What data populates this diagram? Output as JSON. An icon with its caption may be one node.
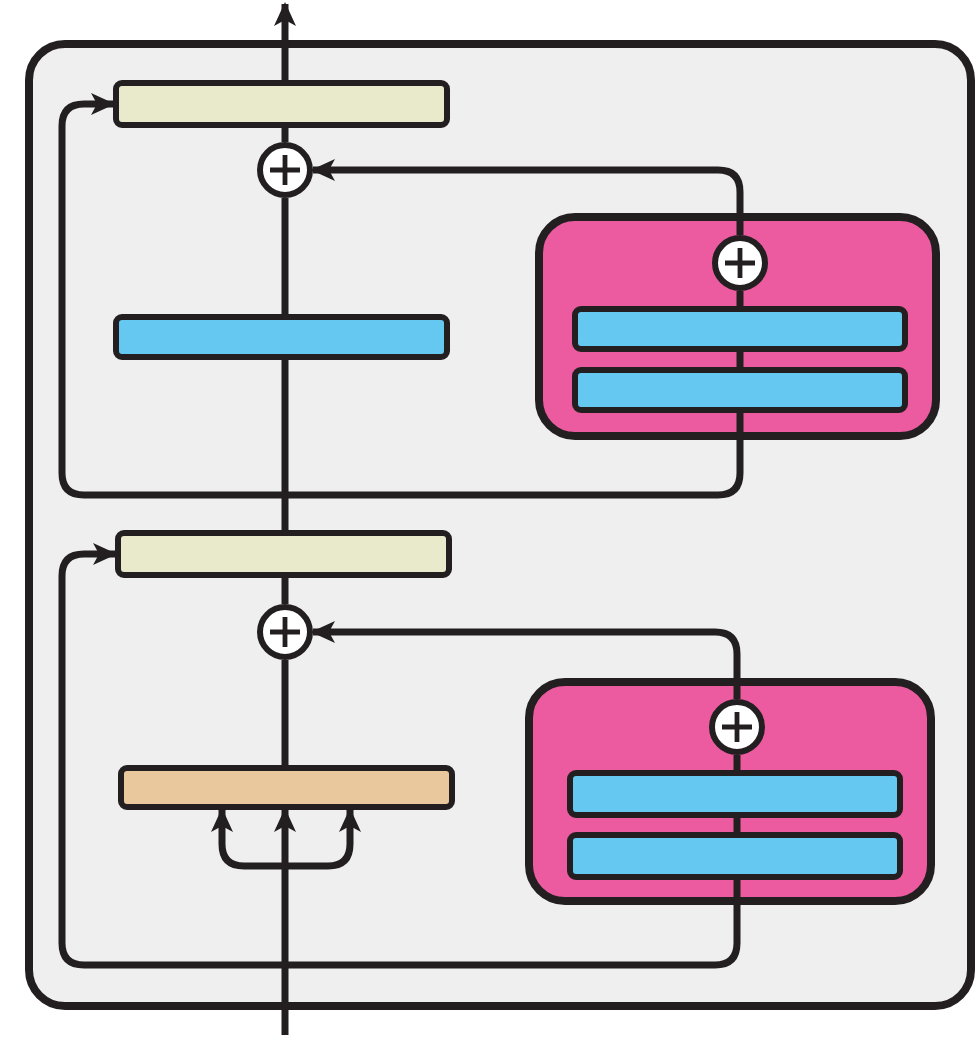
{
  "diagram": {
    "nodes": [
      {
        "text": [],
        "shape": "box"
      },
      {
        "text": [],
        "shape": "bar",
        "in": 0
      },
      {
        "text": [],
        "shape": "circle",
        "in": 0
      },
      {
        "text": [],
        "shape": "bar",
        "in": 0
      },
      {
        "text": [],
        "shape": "box",
        "in": 0
      },
      {
        "text": [],
        "shape": "circle",
        "in": 4
      },
      {
        "text": [],
        "shape": "bar",
        "in": 4
      },
      {
        "text": [],
        "shape": "bar",
        "in": 4
      },
      {
        "text": [],
        "shape": "bar",
        "in": 0
      },
      {
        "text": [],
        "shape": "circle",
        "in": 0
      },
      {
        "text": [],
        "shape": "bar",
        "in": 0
      },
      {
        "text": [],
        "shape": "box",
        "in": 0
      },
      {
        "text": [],
        "shape": "circle",
        "in": 11
      },
      {
        "text": [],
        "shape": "bar",
        "in": 11
      },
      {
        "text": [],
        "shape": "bar",
        "in": 11
      }
    ],
    "edges": [
      {
        "from": null,
        "to": 10,
        "arrow": "to"
      },
      {
        "from": null,
        "to": 10,
        "arrow": "to"
      },
      {
        "from": null,
        "to": 10,
        "arrow": "to"
      },
      {
        "from": 10,
        "to": 9,
        "arrow": "none"
      },
      {
        "from": 9,
        "to": 8,
        "arrow": "none"
      },
      {
        "from": 8,
        "to": 3,
        "arrow": "none"
      },
      {
        "from": 3,
        "to": 2,
        "arrow": "none"
      },
      {
        "from": 2,
        "to": 1,
        "arrow": "none"
      },
      {
        "from": 1,
        "to": null,
        "arrow": "to"
      },
      {
        "from": 14,
        "to": 13,
        "arrow": "none"
      },
      {
        "from": 13,
        "to": 12,
        "arrow": "none"
      },
      {
        "from": 12,
        "to": 9,
        "arrow": "to"
      },
      {
        "from": 14,
        "to": 8,
        "arrow": "to"
      },
      {
        "from": 7,
        "to": 6,
        "arrow": "none"
      },
      {
        "from": 6,
        "to": 5,
        "arrow": "none"
      },
      {
        "from": 5,
        "to": 2,
        "arrow": "to"
      },
      {
        "from": 7,
        "to": 1,
        "arrow": "to"
      }
    ]
  }
}
